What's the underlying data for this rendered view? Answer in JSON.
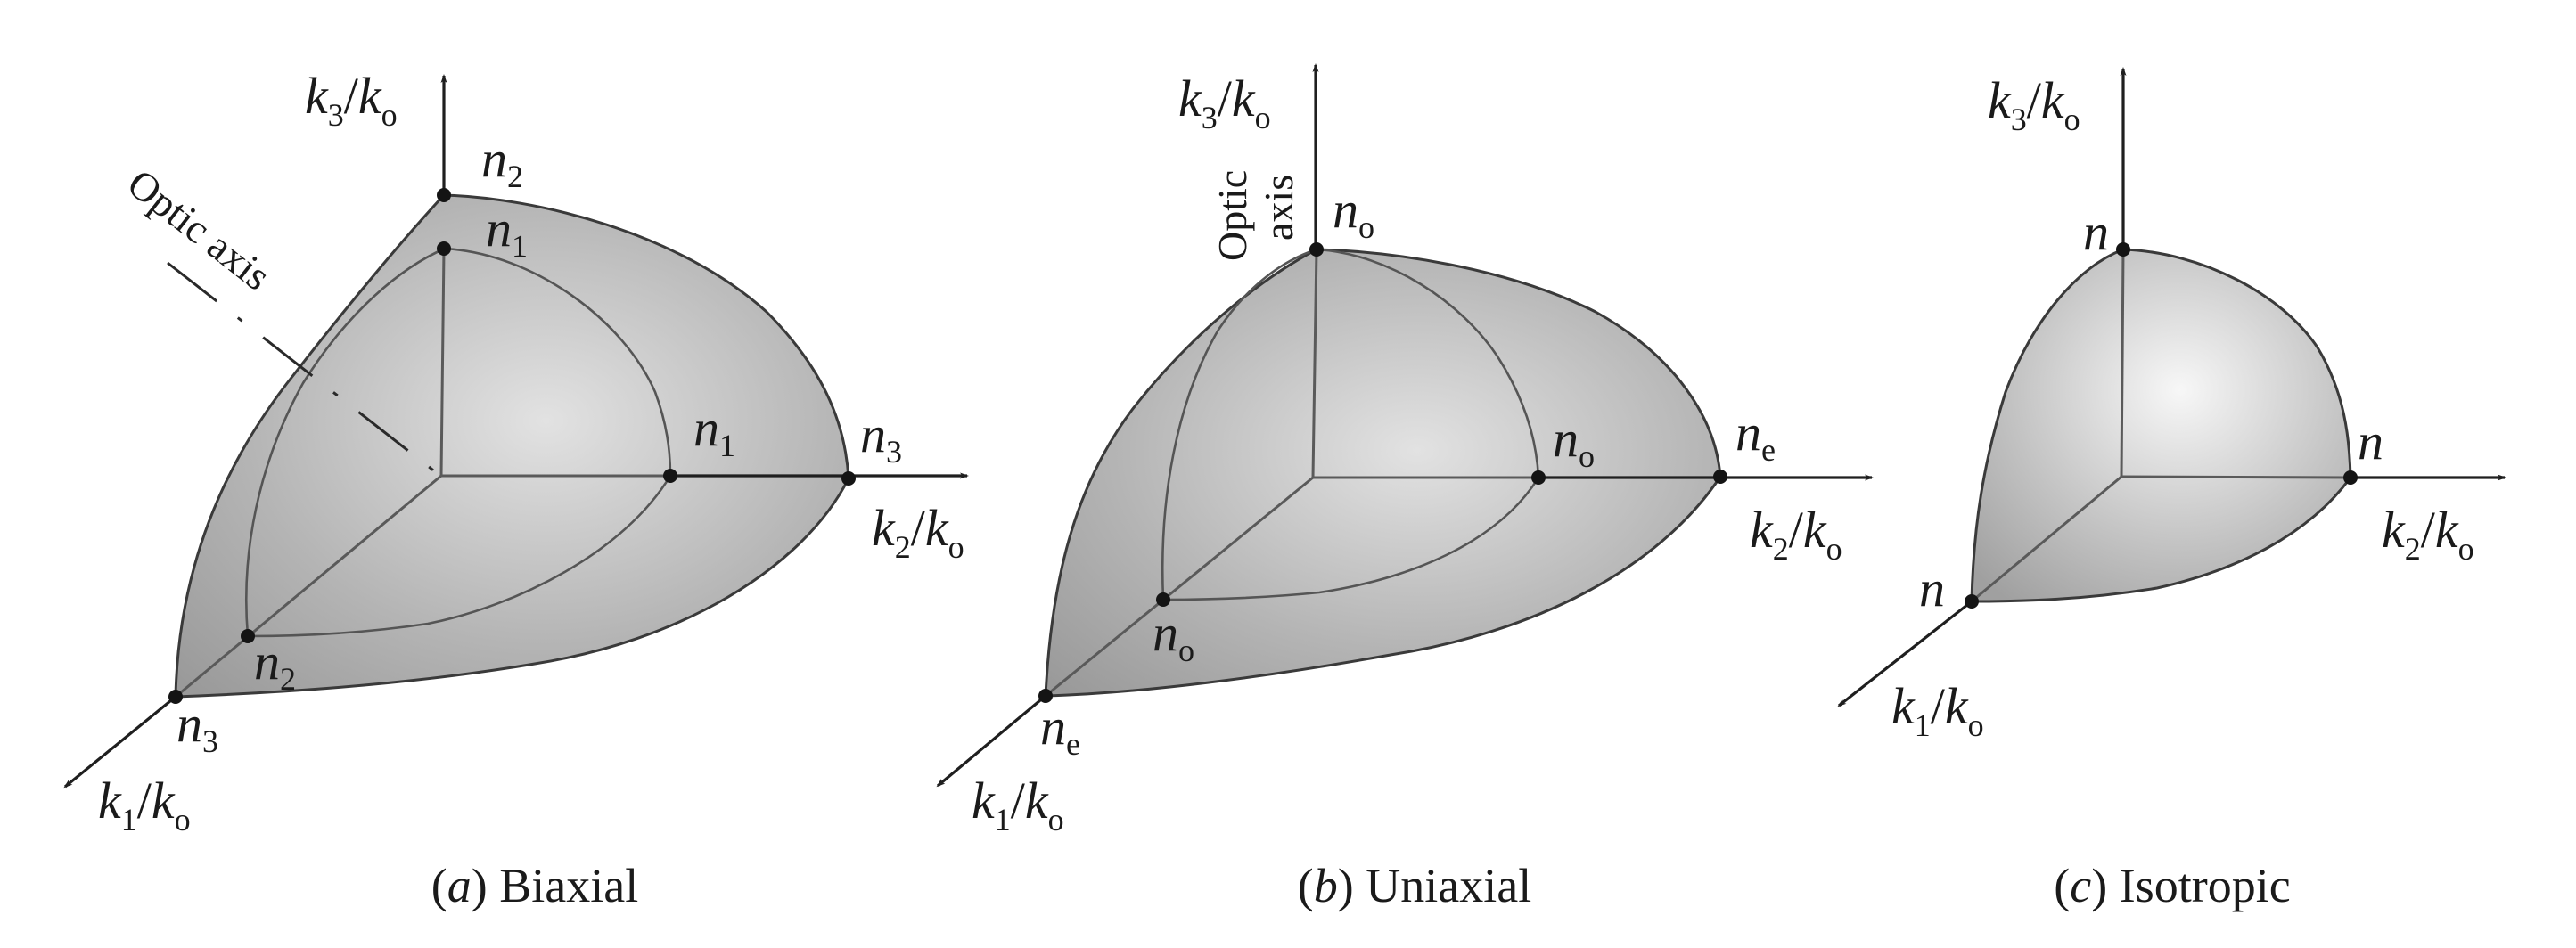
{
  "figure": {
    "panels": [
      {
        "id": "a",
        "caption_letter": "a",
        "caption_text": "Biaxial",
        "axes": {
          "k3": "k",
          "k3_sub": "3",
          "k2": "k",
          "k2_sub": "2",
          "k1": "k",
          "k1_sub": "1",
          "denom": "k",
          "denom_sub": "o"
        },
        "labels": {
          "top_outer": {
            "base": "n",
            "sub": "2"
          },
          "top_inner": {
            "base": "n",
            "sub": "1"
          },
          "right_inner": {
            "base": "n",
            "sub": "1"
          },
          "right_outer": {
            "base": "n",
            "sub": "3"
          },
          "front_inner": {
            "base": "n",
            "sub": "2"
          },
          "front_outer": {
            "base": "n",
            "sub": "3"
          }
        },
        "optic_axis_label": "Optic axis"
      },
      {
        "id": "b",
        "caption_letter": "b",
        "caption_text": "Uniaxial",
        "axes": {
          "k3": "k",
          "k3_sub": "3",
          "k2": "k",
          "k2_sub": "2",
          "k1": "k",
          "k1_sub": "1",
          "denom": "k",
          "denom_sub": "o"
        },
        "labels": {
          "top": {
            "base": "n",
            "sub": "o"
          },
          "right_inner": {
            "base": "n",
            "sub": "o"
          },
          "right_outer": {
            "base": "n",
            "sub": "e"
          },
          "front_inner": {
            "base": "n",
            "sub": "o"
          },
          "front_outer": {
            "base": "n",
            "sub": "e"
          }
        },
        "optic_axis_label_line1": "Optic",
        "optic_axis_label_line2": "axis"
      },
      {
        "id": "c",
        "caption_letter": "c",
        "caption_text": "Isotropic",
        "axes": {
          "k3": "k",
          "k3_sub": "3",
          "k2": "k",
          "k2_sub": "2",
          "k1": "k",
          "k1_sub": "1",
          "denom": "k",
          "denom_sub": "o"
        },
        "labels": {
          "top": {
            "base": "n"
          },
          "right": {
            "base": "n"
          },
          "front": {
            "base": "n"
          }
        }
      }
    ],
    "colors": {
      "outer_surface": "#a9a9a9",
      "inner_surface": "#b9b9b9",
      "highlight": "#f4f4f4",
      "line": "#1f1f1f"
    }
  }
}
